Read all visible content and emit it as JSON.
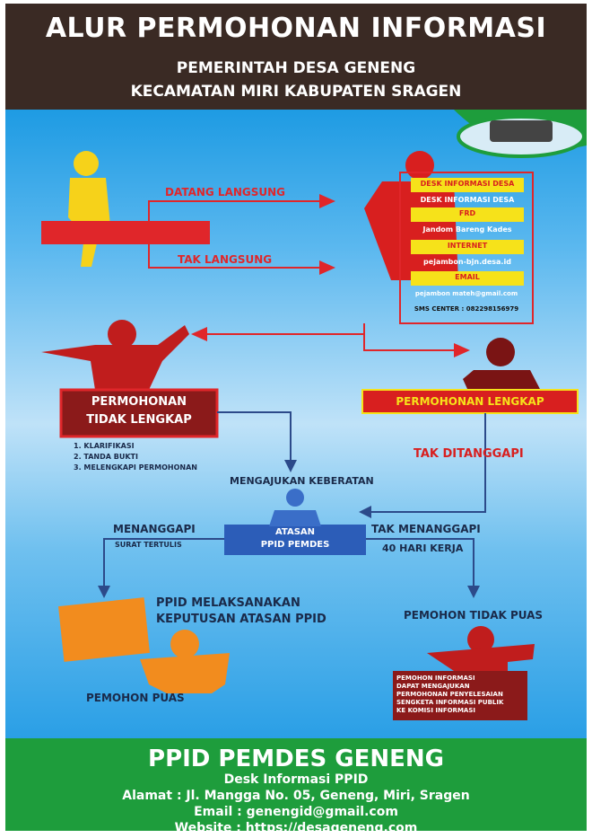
{
  "header": {
    "title": "ALUR PERMOHONAN INFORMASI",
    "subtitle1": "PEMERINTAH DESA GENENG",
    "subtitle2": "KECAMATAN MIRI KABUPATEN SRAGEN"
  },
  "flow": {
    "datang_langsung": "DATANG LANGSUNG",
    "tak_langsung": "TAK LANGSUNG",
    "channels": {
      "desk_title": "DESK INFORMASI DESA",
      "desk_value": "DESK INFORMASI DESA",
      "frd_title": "FRD",
      "frd_value": "Jandom Bareng Kades",
      "internet_title": "INTERNET",
      "internet_value": "pejambon-bjn.desa.id",
      "email_title": "EMAIL",
      "email_value": "pejambon mateh@gmail.com",
      "sms": "SMS CENTER : 082298156979"
    },
    "tidak_lengkap": [
      "PERMOHONAN",
      "TIDAK LENGKAP"
    ],
    "steps": [
      "1.  KLARIFIKASI",
      "2.  TANDA BUKTI",
      "3.  MELENGKAPI PERMOHONAN"
    ],
    "lengkap": "PERMOHONAN LENGKAP",
    "tak_ditanggapi": "TAK DITANGGAPI",
    "mengajukan_keberatan": "MENGAJUKAN KEBERATAN",
    "atasan": [
      "ATASAN",
      "PPID PEMDES"
    ],
    "menanggapi": "MENANGGAPI",
    "surat_tertulis": "SURAT TERTULIS",
    "tak_menanggapi": "TAK MENANGGAPI",
    "hari_kerja": "40 HARI KERJA",
    "ppid_melaksanakan": [
      "PPID MELAKSANAKAN",
      "KEPUTUSAN ATASAN PPID"
    ],
    "pemohon_tidak_puas": "PEMOHON TIDAK PUAS",
    "pemohon_puas": "PEMOHON  PUAS",
    "sengketa": [
      "PEMOHON INFORMASI",
      "DAPAT MENGAJUKAN",
      "PERMOHONAN PENYELESAIAN",
      "SENGKETA INFORMASI PUBLIK",
      "KE KOMISI INFORMASI"
    ]
  },
  "footer": {
    "title": "PPID PEMDES GENENG",
    "desk": "Desk Informasi PPID",
    "alamat": "Alamat : Jl. Mangga No. 05, Geneng, Miri, Sragen",
    "email": "Email : genengid@gmail.com",
    "website": "Website : https://desageneng.com"
  },
  "colors": {
    "header_bg": "#3a2a24",
    "footer_bg": "#1e9d3c",
    "accent_red": "#e0262a",
    "accent_yellow": "#f6e21a",
    "dark_red": "#8b1a1a",
    "navy": "#2c4a8a"
  }
}
